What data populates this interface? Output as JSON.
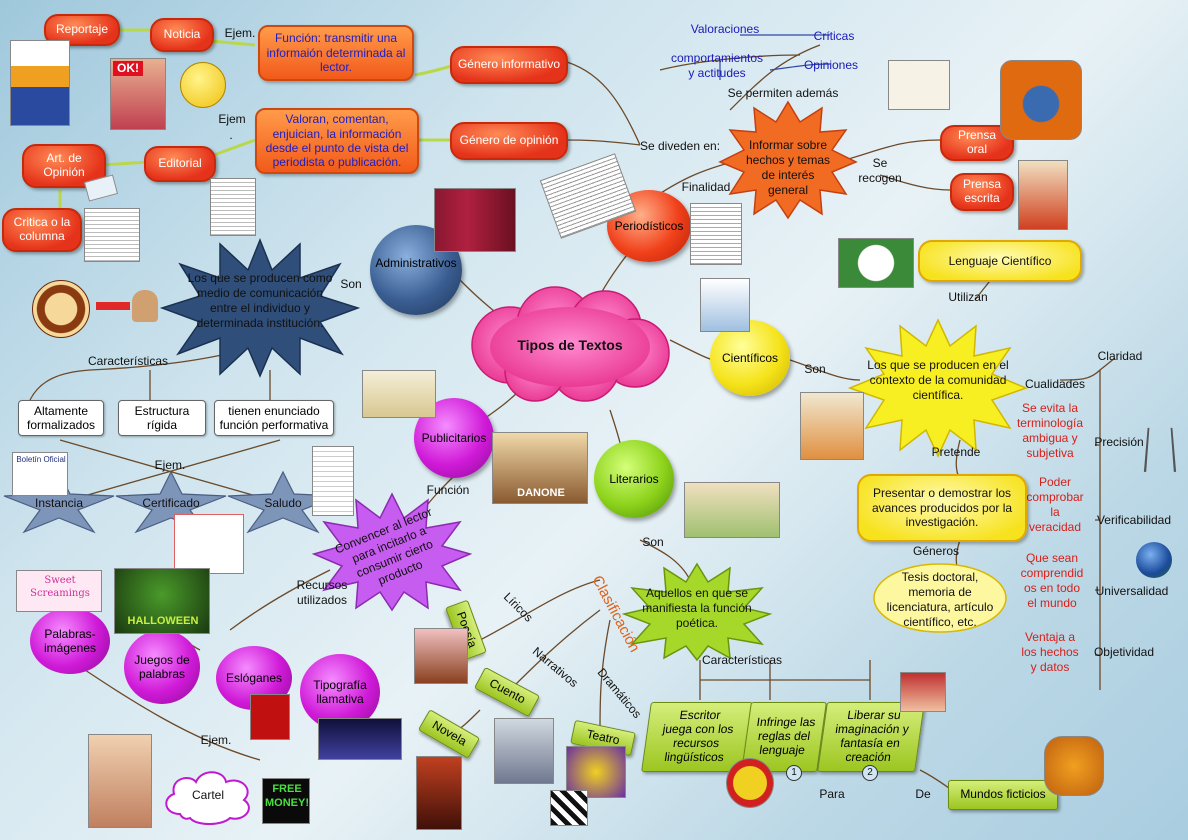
{
  "central": "Tipos de Textos",
  "periodisticos": {
    "title": "Periodísticos",
    "finalidad": "Finalidad",
    "finalidad_text": "Informar sobre hechos y temas de interés general",
    "se_recogen": "Se\nrecogen",
    "prensa_oral": "Prensa\noral",
    "prensa_escrita": "Prensa\nescrita",
    "se_permiten": "Se permiten además",
    "valoraciones": "Valoraciones",
    "criticas": "Críticas",
    "comportamientos": "comportamientos\ny actitudes",
    "opiniones": "Opiniones",
    "se_dividen": "Se diveden en:",
    "genero_informativo": "Género informativo",
    "genero_opinion": "Género de opinión",
    "funcion_info": "Función: transmitir una informaión determinada al lector.",
    "funcion_opinion": "Valoran, comentan, enjuician, la información desde el punto de vista del periodista o publicación.",
    "ejem1": "Ejem.",
    "ejem2": "Ejem",
    "ejem2_dot": ".",
    "noticia": "Noticia",
    "reportaje": "Reportaje",
    "editorial": "Editorial",
    "art_opinion": "Art. de\nOpinión",
    "critica_columna": "Critica o la\ncolumna"
  },
  "cientificos": {
    "title": "Científicos",
    "son": "Son",
    "def": "Los que se producen en el contexto de la comunidad científica.",
    "utilizan": "Utilizan",
    "lenguaje": "Lenguaje Científico",
    "cualidades": "Cualidades",
    "claridad": "Claridad",
    "evita": "Se evita la\nterminología\nambigua y\nsubjetiva",
    "precision": "Precisión",
    "poder": "Poder\ncomprobar\nla\nveracidad",
    "verificabilidad": "Verificabilidad",
    "comprendidos": "Que sean\ncomprendid\nos en todo\nel mundo",
    "universalidad": "Universalidad",
    "ventaja": "Ventaja a\nlos hechos\ny datos",
    "objetividad": "Objetividad",
    "pretende": "Pretende",
    "pretende_text": "Presentar o demostrar los avances producidos por  la investigación.",
    "generos": "Géneros",
    "generos_text": "Tesis doctoral, memoria de licenciatura, artículo científico, etc."
  },
  "administrativos": {
    "title": "Administrativos",
    "son": "Son",
    "def": "Los que se producen como medio de comunicación entre el individuo y determinada institución.",
    "caracteristicas": "Características",
    "c1": "Altamente\nformalizados",
    "c2": "Estructura\nrígida",
    "c3": "tienen enunciado\nfunción performativa",
    "ejem": "Ejem.",
    "instancia": "Instancia",
    "certificado": "Certificado",
    "saludo": "Saludo"
  },
  "publicitarios": {
    "title": "Publicitarios",
    "funcion": "Función",
    "funcion_text": "Convencer al lector para incitarlo a consumir cierto producto",
    "recursos": "Recursos\nutilizados",
    "palabras_imagenes": "Palabras-\nimágenes",
    "juegos": "Juegos de\npalabras",
    "esloganes": "Eslóganes",
    "tipografia": "Tipografía\nllamativa",
    "ejem": "Ejem.",
    "cartel": "Cartel"
  },
  "literarios": {
    "title": "Literarios",
    "son": "Son",
    "def": "Aquellos en que se manifiesta la función poética.",
    "clasificacion": "Clasificación",
    "liricos": "Líricos",
    "narrativos": "Narrativos",
    "dramaticos": "Dramáticos",
    "poesia": "Poesía",
    "cuento": "Cuento",
    "novela": "Novela",
    "teatro": "Teatro",
    "caracteristicas": "Características",
    "c1": "Escritor\njuega con los\nrecursos\nlingüísticos",
    "c2": "Infringe las\nreglas del\nlenguaje",
    "c3": "Liberar su\nimaginación y\nfantasía en\ncreación",
    "para": "Para",
    "de": "De",
    "mundos": "Mundos ficticios",
    "n1": "1",
    "n2": "2"
  },
  "image_texts": {
    "ok_magazine": "OK!",
    "halloween": "HALLOWEEN",
    "free_money": "FREE\nMONEY!",
    "sweet": "Sweet\nScreamings",
    "danone": "DANONE",
    "boletin": "Boletín Oficial"
  },
  "colors": {
    "orange": "#f25a1a",
    "yellow": "#f7e21e",
    "magenta": "#d01ad8",
    "green": "#9cc621",
    "navy": "#2f4f7a",
    "red_text": "#d6201a",
    "blue_text": "#1a1ab8"
  }
}
